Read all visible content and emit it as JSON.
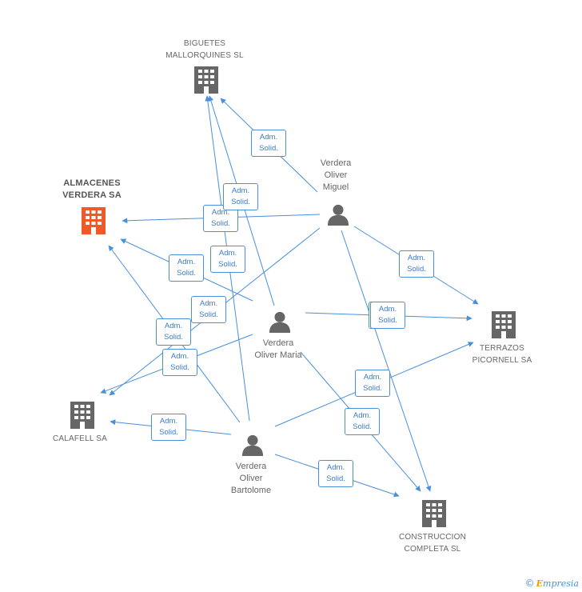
{
  "colors": {
    "edge": "#4a90d9",
    "company": "#666666",
    "main_company": "#f05a28",
    "person": "#666666"
  },
  "badge_lines": [
    "Adm.",
    "Solid."
  ],
  "companies": [
    {
      "id": "biguetes",
      "lines": [
        "BIGUETES",
        "MALLORQUINES SL"
      ],
      "main": false,
      "icon": "building-icon"
    },
    {
      "id": "almacenes",
      "lines": [
        "ALMACENES",
        "VERDERA SA"
      ],
      "main": true,
      "icon": "building-icon"
    },
    {
      "id": "terrazos",
      "lines": [
        "TERRAZOS",
        "PICORNELL SA"
      ],
      "main": false,
      "icon": "building-icon"
    },
    {
      "id": "calafell",
      "lines": [
        "CALAFELL SA"
      ],
      "main": false,
      "icon": "building-icon"
    },
    {
      "id": "construccion",
      "lines": [
        "CONSTRUCCION",
        "COMPLETA SL"
      ],
      "main": false,
      "icon": "building-icon"
    }
  ],
  "people": [
    {
      "id": "miguel",
      "lines": [
        "Verdera",
        "Oliver",
        "Miguel"
      ],
      "icon": "person-icon"
    },
    {
      "id": "maria",
      "lines": [
        "Verdera",
        "Oliver Maria"
      ],
      "icon": "person-icon"
    },
    {
      "id": "bartolome",
      "lines": [
        "Verdera",
        "Oliver",
        "Bartolome"
      ],
      "icon": "person-icon"
    }
  ],
  "edges": [
    {
      "from": "miguel",
      "to": "biguetes",
      "label": "Adm. Solid."
    },
    {
      "from": "miguel",
      "to": "almacenes",
      "label": "Adm. Solid."
    },
    {
      "from": "miguel",
      "to": "terrazos",
      "label": "Adm. Solid."
    },
    {
      "from": "miguel",
      "to": "calafell",
      "label": "Adm. Solid."
    },
    {
      "from": "miguel",
      "to": "construccion",
      "label": "Adm. Solid."
    },
    {
      "from": "maria",
      "to": "biguetes",
      "label": "Adm. Solid."
    },
    {
      "from": "maria",
      "to": "almacenes",
      "label": "Adm. Solid."
    },
    {
      "from": "maria",
      "to": "terrazos",
      "label": "Adm. Solid."
    },
    {
      "from": "maria",
      "to": "calafell",
      "label": "Adm. Solid."
    },
    {
      "from": "maria",
      "to": "construccion",
      "label": "Adm. Solid."
    },
    {
      "from": "bartolome",
      "to": "biguetes",
      "label": "Adm. Solid."
    },
    {
      "from": "bartolome",
      "to": "almacenes",
      "label": "Adm. Solid."
    },
    {
      "from": "bartolome",
      "to": "terrazos",
      "label": "Adm. Solid."
    },
    {
      "from": "bartolome",
      "to": "calafell",
      "label": "Adm. Solid."
    },
    {
      "from": "bartolome",
      "to": "construccion",
      "label": "Adm. Solid."
    }
  ],
  "footer": {
    "copyright": "©",
    "brand_initial": "E",
    "brand_rest": "mpresia"
  }
}
